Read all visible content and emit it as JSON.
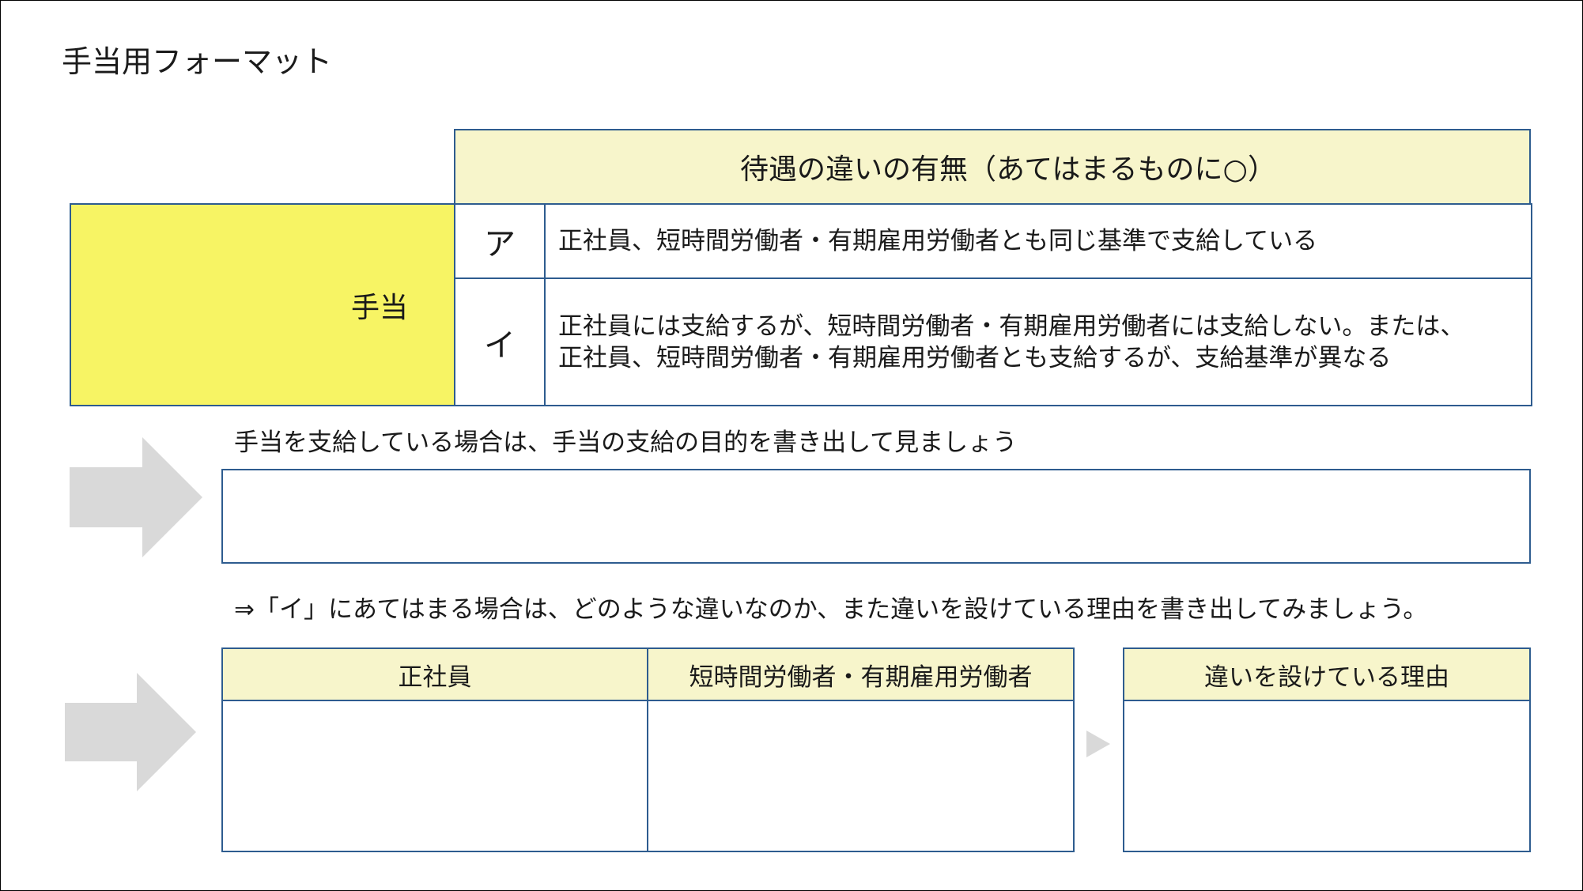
{
  "title": "手当用フォーマット",
  "table": {
    "header": "待遇の違いの有無（あてはまるものに○）",
    "row_label": "手当",
    "options": [
      {
        "letter": "ア",
        "lines": [
          "正社員、短時間労働者・有期雇用労働者とも同じ基準で支給している"
        ]
      },
      {
        "letter": "イ",
        "lines": [
          "正社員には支給するが、短時間労働者・有期雇用労働者には支給しない。または、",
          "正社員、短時間労働者・有期雇用労働者とも支給するが、支給基準が異なる"
        ]
      }
    ]
  },
  "purpose": {
    "prompt": "手当を支給している場合は、手当の支給の目的を書き出して見ましょう",
    "value": ""
  },
  "difference": {
    "prompt": "⇒「イ」にあてはまる場合は、どのような違いなのか、また違いを設けている理由を書き出してみましょう。",
    "columns": [
      "正社員",
      "短時間労働者・有期雇用労働者"
    ],
    "reason_header": "違いを設けている理由",
    "values": [
      "",
      "",
      ""
    ]
  },
  "colors": {
    "border": "#2e5c8f",
    "header_fill": "#f7f5cb",
    "label_fill": "#f7f464",
    "arrow": "#d9d9d9"
  }
}
